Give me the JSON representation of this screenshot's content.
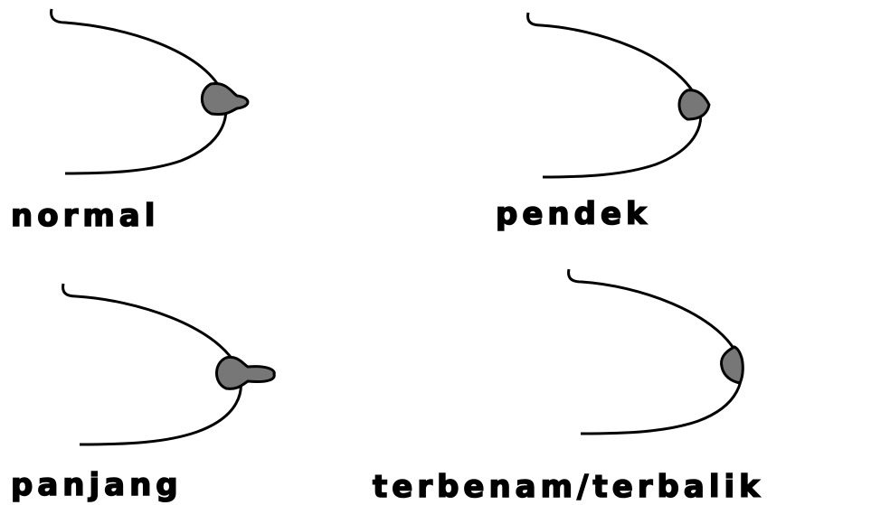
{
  "colors": {
    "outline": "#000000",
    "nipple_fill": "#777777",
    "background": "#ffffff"
  },
  "panels": {
    "normal": {
      "label": "normal"
    },
    "pendek": {
      "label": "pendek"
    },
    "panjang": {
      "label": "panjang"
    },
    "terbenam": {
      "label": "terbenam/terbalik"
    }
  }
}
